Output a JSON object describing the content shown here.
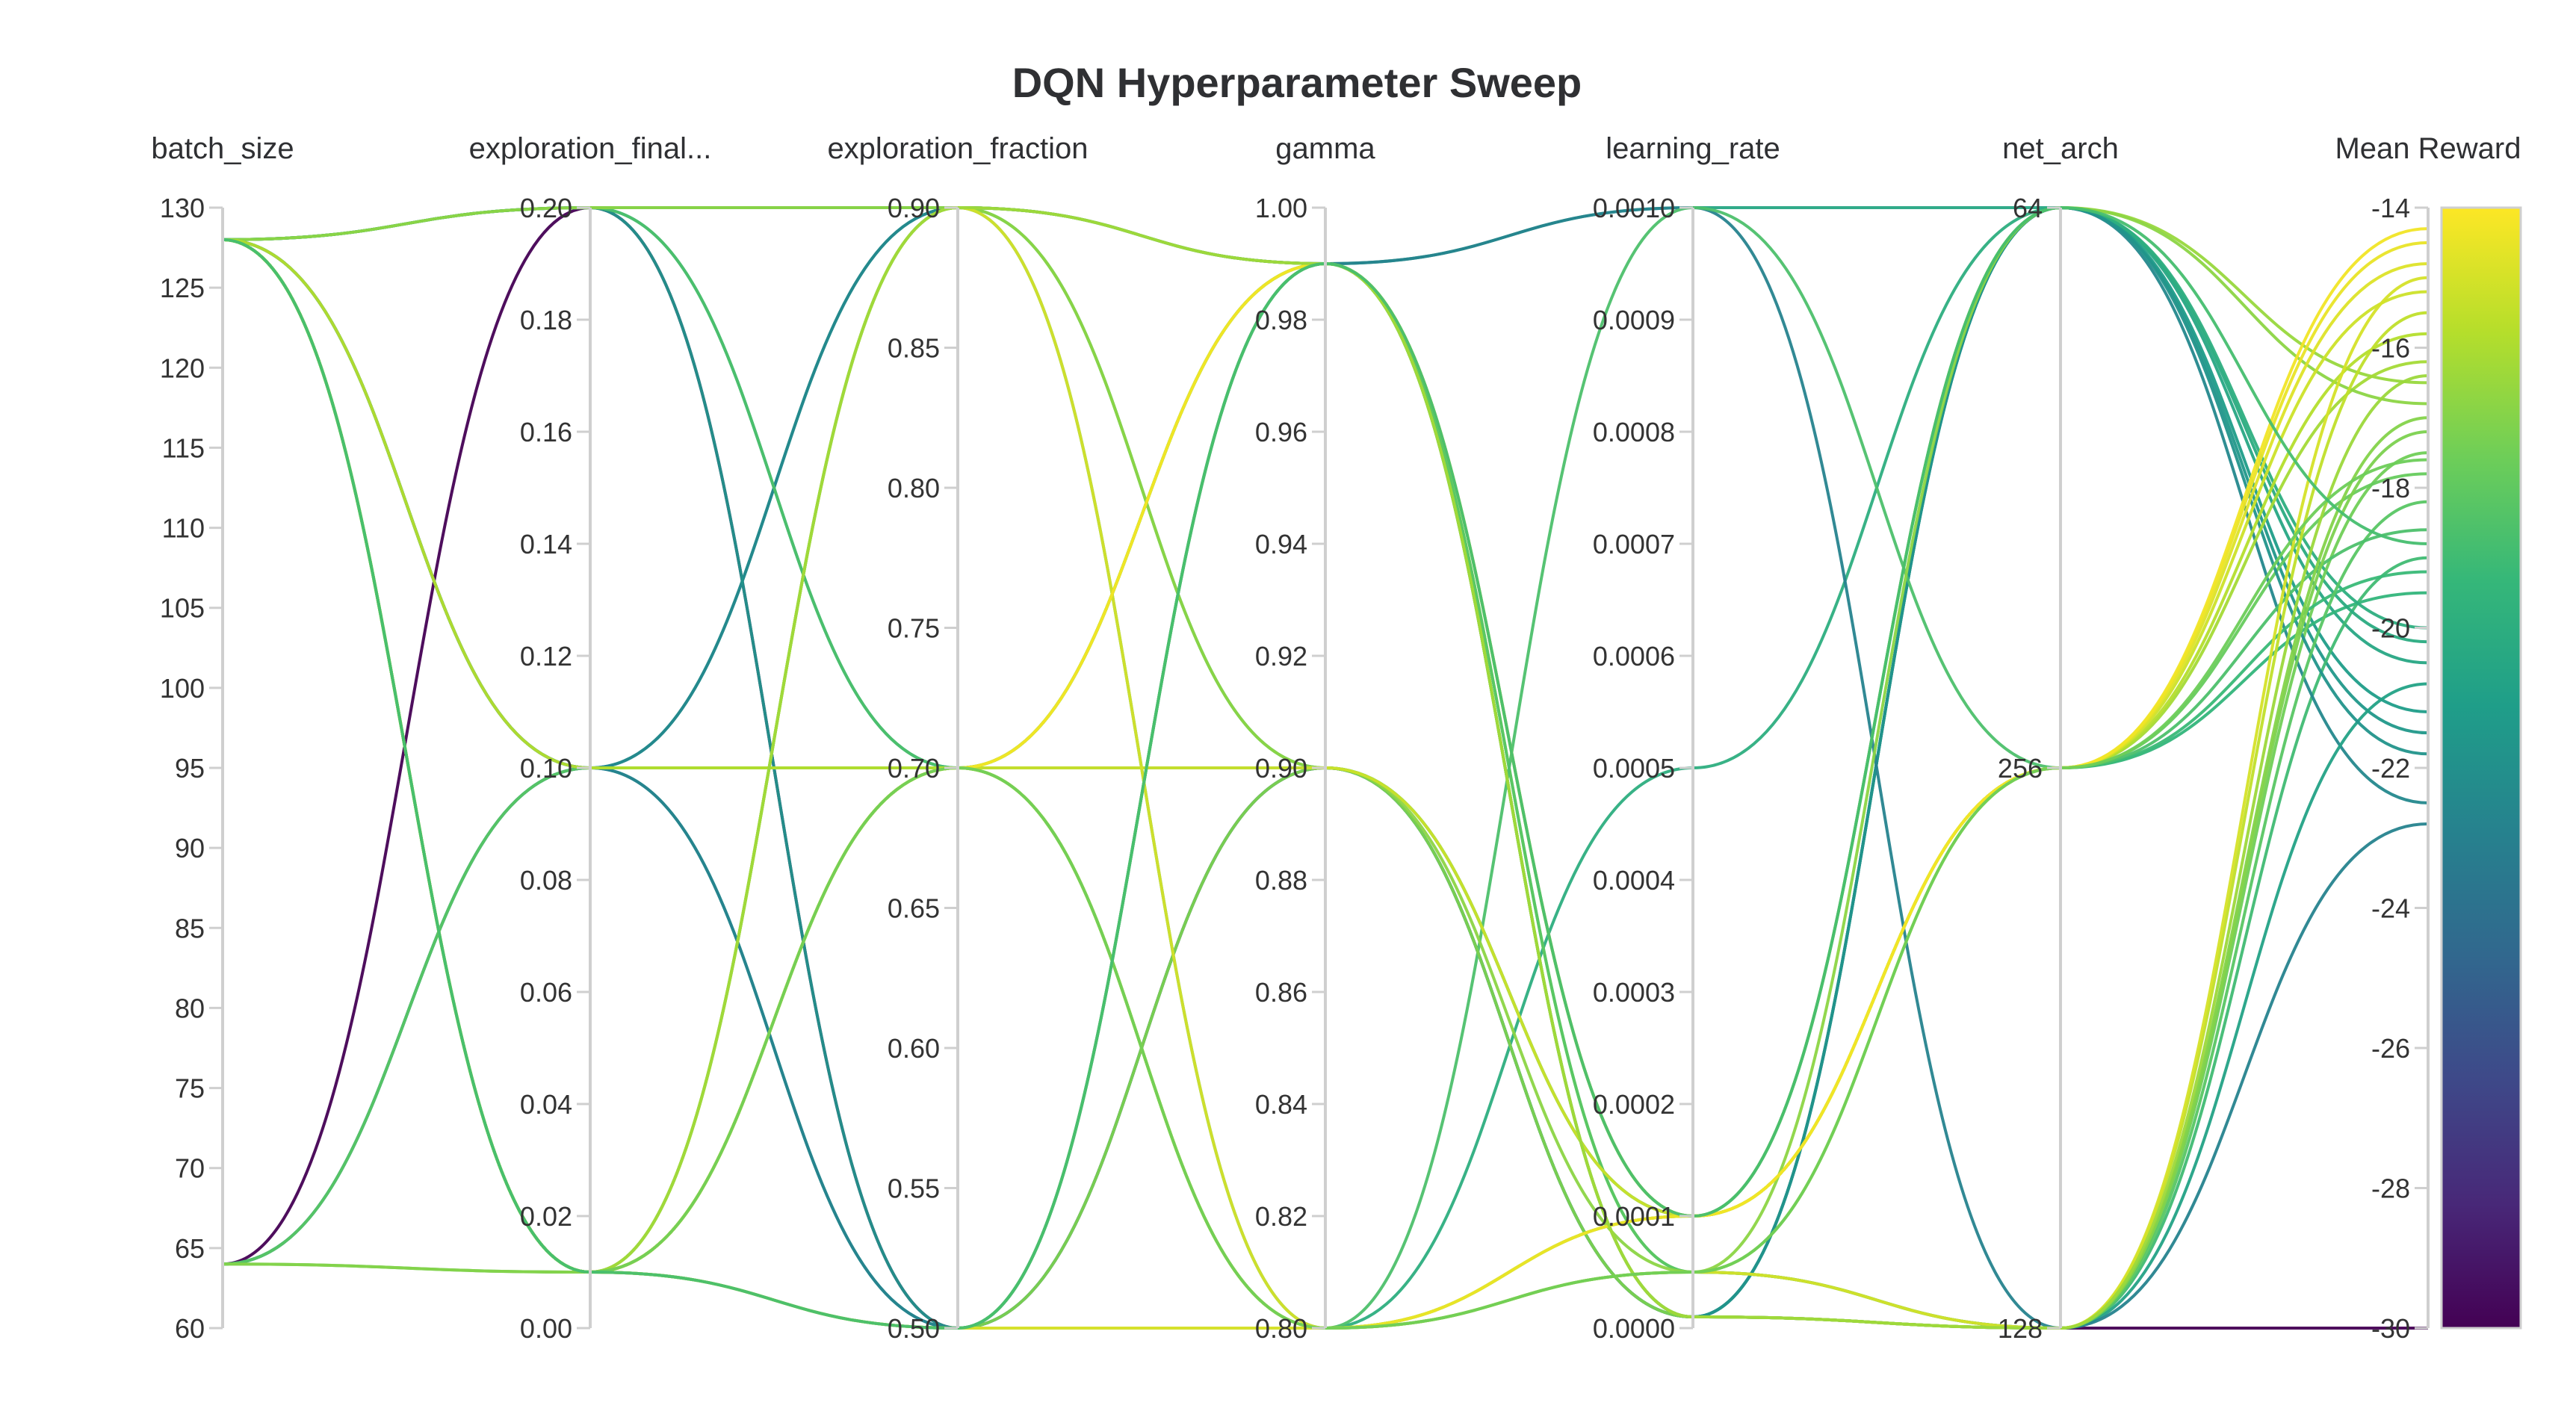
{
  "chart_data": {
    "type": "parallel_coordinates",
    "title": "DQN Hyperparameter Sweep",
    "colorscale": "viridis",
    "colors": {
      "axis": "#cfcfcf",
      "text": "#333333",
      "title": "#2f3033",
      "viridis": [
        "#440154",
        "#482878",
        "#3e4989",
        "#31688e",
        "#26828e",
        "#1f9e89",
        "#35b779",
        "#6ece58",
        "#b5de2b",
        "#fde725"
      ]
    },
    "axes": [
      {
        "key": "batch_size",
        "label": "batch_size",
        "range": [
          60,
          130
        ],
        "ticks": [
          130,
          125,
          120,
          115,
          110,
          105,
          100,
          95,
          90,
          85,
          80,
          75,
          70,
          65,
          60
        ],
        "tick_labels": [
          "130",
          "125",
          "120",
          "115",
          "110",
          "105",
          "100",
          "95",
          "90",
          "85",
          "80",
          "75",
          "70",
          "65",
          "60"
        ]
      },
      {
        "key": "exploration_final_eps",
        "label": "exploration_final...",
        "range": [
          0,
          0.2
        ],
        "ticks": [
          0.2,
          0.18,
          0.16,
          0.14,
          0.12,
          0.1,
          0.08,
          0.06,
          0.04,
          0.02,
          0.0
        ],
        "tick_labels": [
          "0.20",
          "0.18",
          "0.16",
          "0.14",
          "0.12",
          "0.10",
          "0.08",
          "0.06",
          "0.04",
          "0.02",
          "0.00"
        ]
      },
      {
        "key": "exploration_fraction",
        "label": "exploration_fraction",
        "range": [
          0.5,
          0.9
        ],
        "ticks": [
          0.9,
          0.85,
          0.8,
          0.75,
          0.7,
          0.65,
          0.6,
          0.55,
          0.5
        ],
        "tick_labels": [
          "0.90",
          "0.85",
          "0.80",
          "0.75",
          "0.70",
          "0.65",
          "0.60",
          "0.55",
          "0.50"
        ]
      },
      {
        "key": "gamma",
        "label": "gamma",
        "range": [
          0.8,
          1.0
        ],
        "ticks": [
          1.0,
          0.98,
          0.96,
          0.94,
          0.92,
          0.9,
          0.88,
          0.86,
          0.84,
          0.82,
          0.8
        ],
        "tick_labels": [
          "1.00",
          "0.98",
          "0.96",
          "0.94",
          "0.92",
          "0.90",
          "0.88",
          "0.86",
          "0.84",
          "0.82",
          "0.80"
        ]
      },
      {
        "key": "learning_rate",
        "label": "learning_rate",
        "range": [
          0,
          0.001
        ],
        "ticks": [
          0.001,
          0.0009,
          0.0008,
          0.0007,
          0.0006,
          0.0005,
          0.0004,
          0.0003,
          0.0002,
          0.0001,
          0.0
        ],
        "tick_labels": [
          "0.0010",
          "0.0009",
          "0.0008",
          "0.0007",
          "0.0006",
          "0.0005",
          "0.0004",
          "0.0003",
          "0.0002",
          "0.0001",
          "0.0000"
        ]
      },
      {
        "key": "net_arch",
        "label": "net_arch",
        "categorical": true,
        "ticks": [
          "64",
          "256",
          "128"
        ],
        "tick_labels": [
          "64",
          "256",
          "128"
        ]
      },
      {
        "key": "mean_reward",
        "label": "Mean Reward",
        "range": [
          -30,
          -14
        ],
        "ticks": [
          -14,
          -16,
          -18,
          -20,
          -22,
          -24,
          -26,
          -28,
          -30
        ],
        "tick_labels": [
          "-14",
          "-16",
          "-18",
          "-20",
          "-22",
          "-24",
          "-26",
          "-28",
          "-30"
        ]
      }
    ],
    "runs": [
      {
        "batch_size": 128,
        "exploration_final_eps": 0.2,
        "exploration_fraction": 0.9,
        "gamma": 0.99,
        "learning_rate": 0.001,
        "net_arch": "64",
        "mean_reward": -20.5
      },
      {
        "batch_size": 64,
        "exploration_final_eps": 0.2,
        "exploration_fraction": 0.5,
        "gamma": 0.9,
        "learning_rate": 1e-05,
        "net_arch": "128",
        "mean_reward": -30
      },
      {
        "batch_size": 128,
        "exploration_final_eps": 0.1,
        "exploration_fraction": 0.9,
        "gamma": 0.99,
        "learning_rate": 1e-05,
        "net_arch": "64",
        "mean_reward": -21.2
      },
      {
        "batch_size": 64,
        "exploration_final_eps": 0.1,
        "exploration_fraction": 0.5,
        "gamma": 0.99,
        "learning_rate": 0.0001,
        "net_arch": "64",
        "mean_reward": -21.5
      },
      {
        "batch_size": 128,
        "exploration_final_eps": 0.01,
        "exploration_fraction": 0.7,
        "gamma": 0.9,
        "learning_rate": 0.0001,
        "net_arch": "256",
        "mean_reward": -19.5
      },
      {
        "batch_size": 128,
        "exploration_final_eps": 0.01,
        "exploration_fraction": 0.5,
        "gamma": 0.8,
        "learning_rate": 5e-05,
        "net_arch": "128",
        "mean_reward": -19.0
      },
      {
        "batch_size": 128,
        "exploration_final_eps": 0.2,
        "exploration_fraction": 0.7,
        "gamma": 0.99,
        "learning_rate": 1e-05,
        "net_arch": "64",
        "mean_reward": -20.2
      },
      {
        "batch_size": 64,
        "exploration_final_eps": 0.1,
        "exploration_fraction": 0.9,
        "gamma": 0.99,
        "learning_rate": 1e-05,
        "net_arch": "64",
        "mean_reward": -22.5
      },
      {
        "batch_size": 128,
        "exploration_final_eps": 0.1,
        "exploration_fraction": 0.7,
        "gamma": 0.9,
        "learning_rate": 1e-05,
        "net_arch": "128",
        "mean_reward": -20.8
      },
      {
        "batch_size": 128,
        "exploration_final_eps": 0.01,
        "exploration_fraction": 0.9,
        "gamma": 0.8,
        "learning_rate": 0.0005,
        "net_arch": "64",
        "mean_reward": -20.0
      },
      {
        "batch_size": 128,
        "exploration_final_eps": 0.01,
        "exploration_fraction": 0.7,
        "gamma": 0.99,
        "learning_rate": 5e-05,
        "net_arch": "128",
        "mean_reward": -17.5
      },
      {
        "batch_size": 64,
        "exploration_final_eps": 0.01,
        "exploration_fraction": 0.7,
        "gamma": 0.8,
        "learning_rate": 0.0001,
        "net_arch": "256",
        "mean_reward": -17.8
      },
      {
        "batch_size": 128,
        "exploration_final_eps": 0.2,
        "exploration_fraction": 0.5,
        "gamma": 0.9,
        "learning_rate": 1e-05,
        "net_arch": "64",
        "mean_reward": -21.8
      },
      {
        "batch_size": 128,
        "exploration_final_eps": 0.1,
        "exploration_fraction": 0.5,
        "gamma": 0.99,
        "learning_rate": 0.001,
        "net_arch": "128",
        "mean_reward": -22.8
      },
      {
        "batch_size": 128,
        "exploration_final_eps": 0.01,
        "exploration_fraction": 0.9,
        "gamma": 0.9,
        "learning_rate": 0.0001,
        "net_arch": "256",
        "mean_reward": -19.2
      },
      {
        "batch_size": 64,
        "exploration_final_eps": 0.1,
        "exploration_fraction": 0.7,
        "gamma": 0.99,
        "learning_rate": 5e-05,
        "net_arch": "128",
        "mean_reward": -18.2
      },
      {
        "batch_size": 128,
        "exploration_final_eps": 0.2,
        "exploration_fraction": 0.7,
        "gamma": 0.8,
        "learning_rate": 0.001,
        "net_arch": "256",
        "mean_reward": -18.6
      },
      {
        "batch_size": 128,
        "exploration_final_eps": 0.01,
        "exploration_fraction": 0.5,
        "gamma": 0.9,
        "learning_rate": 1e-05,
        "net_arch": "128",
        "mean_reward": -17.2
      },
      {
        "batch_size": 128,
        "exploration_final_eps": 0.01,
        "exploration_fraction": 0.7,
        "gamma": 0.8,
        "learning_rate": 0.0001,
        "net_arch": "64",
        "mean_reward": -16.5
      },
      {
        "batch_size": 128,
        "exploration_final_eps": 0.01,
        "exploration_fraction": 0.9,
        "gamma": 0.99,
        "learning_rate": 0.0001,
        "net_arch": "256",
        "mean_reward": -16.2
      },
      {
        "batch_size": 128,
        "exploration_final_eps": 0.2,
        "exploration_fraction": 0.9,
        "gamma": 0.9,
        "learning_rate": 5e-05,
        "net_arch": "64",
        "mean_reward": -16.8
      },
      {
        "batch_size": 64,
        "exploration_final_eps": 0.01,
        "exploration_fraction": 0.5,
        "gamma": 0.99,
        "learning_rate": 1e-05,
        "net_arch": "128",
        "mean_reward": -17.0
      },
      {
        "batch_size": 128,
        "exploration_final_eps": 0.1,
        "exploration_fraction": 0.7,
        "gamma": 0.8,
        "learning_rate": 5e-05,
        "net_arch": "256",
        "mean_reward": -15.8
      },
      {
        "batch_size": 128,
        "exploration_final_eps": 0.01,
        "exploration_fraction": 0.7,
        "gamma": 0.99,
        "learning_rate": 1e-05,
        "net_arch": "128",
        "mean_reward": -15.5
      },
      {
        "batch_size": 128,
        "exploration_final_eps": 0.01,
        "exploration_fraction": 0.7,
        "gamma": 0.9,
        "learning_rate": 0.0001,
        "net_arch": "256",
        "mean_reward": -15.2
      },
      {
        "batch_size": 128,
        "exploration_final_eps": 0.01,
        "exploration_fraction": 0.9,
        "gamma": 0.8,
        "learning_rate": 5e-05,
        "net_arch": "128",
        "mean_reward": -15.0
      },
      {
        "batch_size": 128,
        "exploration_final_eps": 0.01,
        "exploration_fraction": 0.5,
        "gamma": 0.8,
        "learning_rate": 0.0001,
        "net_arch": "256",
        "mean_reward": -14.8
      },
      {
        "batch_size": 128,
        "exploration_final_eps": 0.01,
        "exploration_fraction": 0.7,
        "gamma": 0.8,
        "learning_rate": 0.0001,
        "net_arch": "256",
        "mean_reward": -14.5
      },
      {
        "batch_size": 128,
        "exploration_final_eps": 0.01,
        "exploration_fraction": 0.7,
        "gamma": 0.99,
        "learning_rate": 0.0001,
        "net_arch": "256",
        "mean_reward": -14.3
      },
      {
        "batch_size": 128,
        "exploration_final_eps": 0.01,
        "exploration_fraction": 0.9,
        "gamma": 0.99,
        "learning_rate": 1e-05,
        "net_arch": "128",
        "mean_reward": -16.4
      },
      {
        "batch_size": 128,
        "exploration_final_eps": 0.01,
        "exploration_fraction": 0.7,
        "gamma": 0.8,
        "learning_rate": 5e-05,
        "net_arch": "256",
        "mean_reward": -17.6
      },
      {
        "batch_size": 128,
        "exploration_final_eps": 0.01,
        "exploration_fraction": 0.5,
        "gamma": 0.99,
        "learning_rate": 0.0001,
        "net_arch": "64",
        "mean_reward": -18.8
      }
    ]
  }
}
